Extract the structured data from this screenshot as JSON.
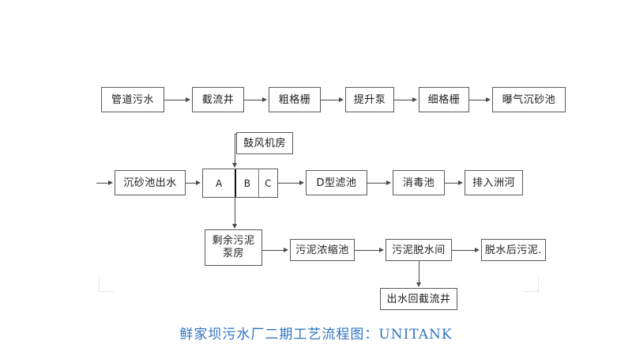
{
  "caption": {
    "text": "鲜家坝污水厂二期工艺流程图：UNITANK",
    "color": "#2f74c0"
  },
  "diagram": {
    "type": "process-flow-diagram",
    "title": "鲜家坝污水厂二期工艺流程图：UNITANK",
    "rows": {
      "preliminary_treatment": [
        "管道污水",
        "截流井",
        "粗格栅",
        "提升泵",
        "细格栅",
        "曝气沉砂池"
      ],
      "main_treatment": [
        "沉砂池出水",
        "D型滤池",
        "消毒池",
        "排入洲河"
      ],
      "sludge_treatment": [
        "剩余污泥\n泵房",
        "污泥浓缩池",
        "污泥脱水间",
        "脱水后污泥."
      ]
    },
    "nodes": {
      "n1": "管道污水",
      "n2": "截流井",
      "n3": "粗格栅",
      "n4": "提升泵",
      "n5": "细格栅",
      "n6": "曝气沉砂池",
      "blower": "鼓风机房",
      "grit_effluent": "沉砂池出水",
      "dfilter": "D型滤池",
      "disinfect": "消毒池",
      "discharge": "排入洲河",
      "sludge_pump": "剩余污泥\n泵房",
      "thickener": "污泥浓缩池",
      "dewater": "污泥脱水间",
      "dewatered_sludge": "脱水后污泥.",
      "return_water": "出水回截流井"
    },
    "unitank": {
      "cells": [
        "A",
        "B",
        "C"
      ],
      "label": "UNITANK"
    }
  }
}
